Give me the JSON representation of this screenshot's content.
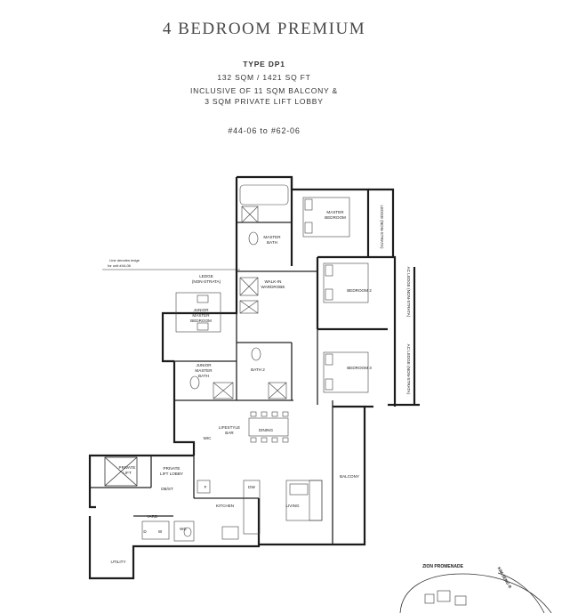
{
  "header": {
    "title": "4 BEDROOM PREMIUM",
    "type": "TYPE DP1",
    "area": "132 SQM / 1421 SQ FT",
    "inclusive_line1": "INCLUSIVE OF 11 SQM BALCONY &",
    "inclusive_line2": "3 SQM PRIVATE LIFT LOBBY",
    "units": "#44-06 to #62-06"
  },
  "plan": {
    "note_line1": "Line denotes ledge",
    "note_line2": "for unit #44-06",
    "rooms": {
      "master_bedroom_1": "MASTER",
      "master_bedroom_2": "BEDROOM",
      "master_bath_1": "MASTER",
      "master_bath_2": "BATH",
      "walkin_1": "WALK-IN",
      "walkin_2": "WARDROBE",
      "ledge_top_1": "LEDGE",
      "ledge_top_2": "(NON-STRATA)",
      "ledge_right": "LEDGE (NON-STRATA)",
      "aclede_1": "AC LEDGE (NON-STRATA)",
      "aclede_2": "AC LEDGE (NON-STRATA)",
      "bedroom2": "BEDROOM 2",
      "bedroom3": "BEDROOM 3",
      "junior_bed_1": "JUNIOR",
      "junior_bed_2": "MASTER",
      "junior_bed_3": "BEDROOM",
      "junior_bath_1": "JUNIOR",
      "junior_bath_2": "MASTER",
      "junior_bath_3": "BATH",
      "bath2": "BATH 2",
      "lifestyle_1": "LIFESTYLE",
      "lifestyle_2": "BAR",
      "dining": "DINING",
      "wic": "WIC",
      "private_lift_1": "PRIVATE",
      "private_lift_2": "LIFT",
      "lift_lobby_1": "PRIVATE",
      "lift_lobby_2": "LIFT LOBBY",
      "dbst": "DB/ST",
      "fridge": "F",
      "dw": "DW",
      "kitchen": "KITCHEN",
      "living": "LIVING",
      "balcony": "BALCONY",
      "yard": "YARD",
      "d": "D",
      "w": "W",
      "wc": "WC",
      "utility": "UTILITY"
    },
    "site": {
      "road1": "ZION PROMENADE",
      "road2": "KIM SENG R"
    }
  }
}
